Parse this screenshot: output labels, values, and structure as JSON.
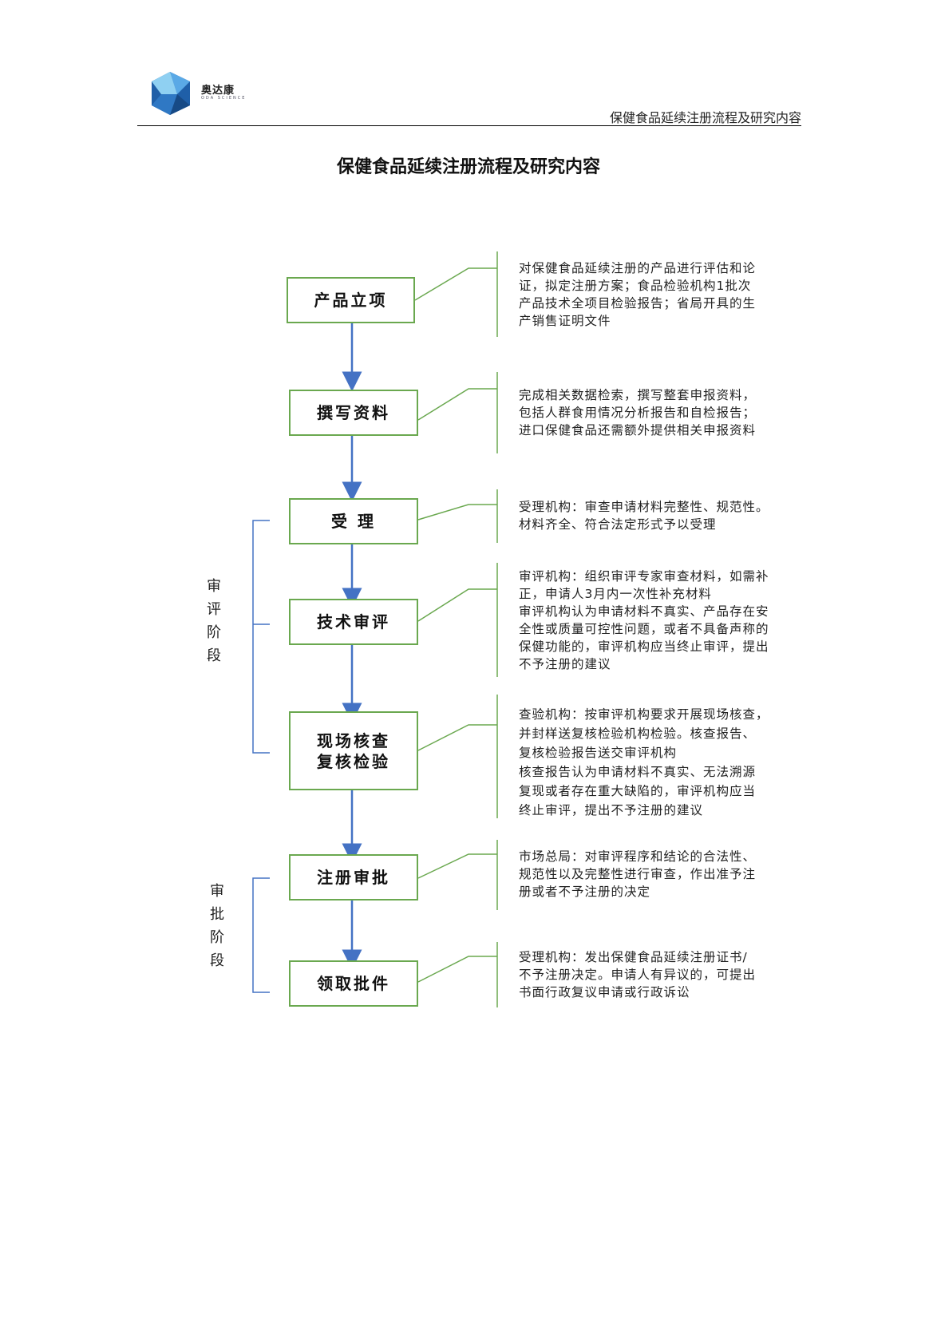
{
  "logo": {
    "name": "奥达康",
    "sub": "ODA SCIENCE"
  },
  "header": {
    "text": "保健食品延续注册流程及研究内容"
  },
  "title": "保健食品延续注册流程及研究内容",
  "colors": {
    "box_border": "#6aa84f",
    "arrow": "#4472c4",
    "bracket": "#4472c4",
    "connector": "#6aa84f"
  },
  "stages": {
    "review": [
      "审",
      "评",
      "阶",
      "段"
    ],
    "approval": [
      "审",
      "批",
      "阶",
      "段"
    ]
  },
  "steps": [
    {
      "label": "产品立项",
      "desc": [
        "对保健食品延续注册的产品进行评估和论",
        "证，拟定注册方案；食品检验机构1批次",
        "产品技术全项目检验报告；省局开具的生",
        "产销售证明文件"
      ]
    },
    {
      "label": "撰写资料",
      "desc": [
        "完成相关数据检索，撰写整套申报资料，",
        "包括人群食用情况分析报告和自检报告；",
        "进口保健食品还需额外提供相关申报资料"
      ]
    },
    {
      "label": "受 理",
      "desc": [
        "受理机构：审查申请材料完整性、规范性。",
        "材料齐全、符合法定形式予以受理"
      ]
    },
    {
      "label": "技术审评",
      "desc": [
        "审评机构：组织审评专家审查材料，如需补",
        "正，申请人3月内一次性补充材料",
        "审评机构认为申请材料不真实、产品存在安",
        "全性或质量可控性问题，或者不具备声称的",
        "保健功能的，审评机构应当终止审评，提出",
        "不予注册的建议"
      ]
    },
    {
      "label": "现场核查\n复核检验",
      "desc": [
        "查验机构：按审评机构要求开展现场核查，",
        "并封样送复核检验机构检验。核查报告、",
        "复核检验报告送交审评机构",
        "核查报告认为申请材料不真实、无法溯源",
        "复现或者存在重大缺陷的，审评机构应当",
        "终止审评，提出不予注册的建议"
      ]
    },
    {
      "label": "注册审批",
      "desc": [
        "市场总局：对审评程序和结论的合法性、",
        "规范性以及完整性进行审查，作出准予注",
        "册或者不予注册的决定"
      ]
    },
    {
      "label": "领取批件",
      "desc": [
        "受理机构：发出保健食品延续注册证书/",
        "不予注册决定。申请人有异议的，可提出",
        "书面行政复议申请或行政诉讼"
      ]
    }
  ]
}
